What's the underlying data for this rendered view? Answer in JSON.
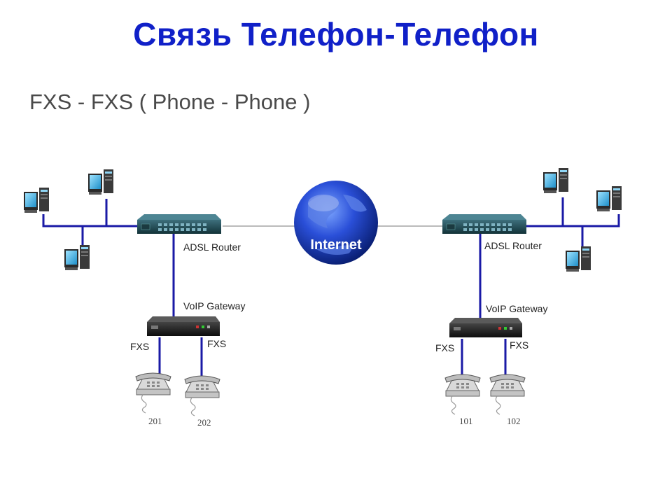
{
  "title": "Связь Телефон-Телефон",
  "subtitle": "FXS - FXS ( Phone - Phone )",
  "internet_label": "Internet",
  "left": {
    "router_label": "ADSL Router",
    "gateway_label": "VoIP Gateway",
    "port1_label": "FXS",
    "port2_label": "FXS",
    "phone1_ext": "201",
    "phone2_ext": "202"
  },
  "right": {
    "router_label": "ADSL Router",
    "gateway_label": "VoIP Gateway",
    "port1_label": "FXS",
    "port2_label": "FXS",
    "phone1_ext": "101",
    "phone2_ext": "102"
  },
  "colors": {
    "title": "#1020c8",
    "link": "#1a1aa6",
    "router": "#1d4a55",
    "gateway": "#1a1a1a",
    "globe": "#1a3cc0"
  }
}
